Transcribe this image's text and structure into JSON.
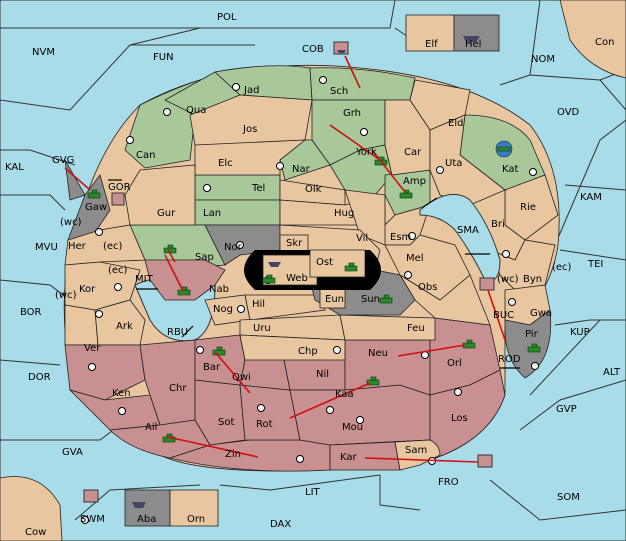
{
  "territories": {
    "POL": "POL",
    "NVM": "NVM",
    "FUN": "FUN",
    "COB": "COB",
    "NOM": "NOM",
    "OVD": "OVD",
    "Con": "Con",
    "Elf": "Elf",
    "Hel": "Hel",
    "KAL": "KAL",
    "GVG": "GVG",
    "GOR": "GOR",
    "Gaw": "Gaw",
    "wc1": "(wc)",
    "MVU": "MVU",
    "Her": "Her",
    "ec1": "(ec)",
    "Kor": "Kor",
    "wc2": "(wc)",
    "ec2": "(ec)",
    "MIT": "MIT",
    "BOR": "BOR",
    "Ark": "Ark",
    "Ver": "Ver",
    "RBU": "RBU",
    "DOR": "DOR",
    "Ken": "Ken",
    "Chr": "Chr",
    "Ail": "Ail",
    "GVA": "GVA",
    "Zin": "Zin",
    "Sot": "Sot",
    "Rot": "Rot",
    "Kar": "Kar",
    "Sam": "Sam",
    "LIT": "LIT",
    "FRO": "FRO",
    "SOM": "SOM",
    "DAX": "DAX",
    "SWM": "SWM",
    "Aba": "Aba",
    "Orn": "Orn",
    "Cow": "Cow",
    "Jad": "Jad",
    "Sch": "Sch",
    "Qua": "Qua",
    "Jos": "Jos",
    "Grh": "Grh",
    "Eld": "Eld",
    "Can": "Can",
    "Elc": "Elc",
    "Nar": "Nar",
    "York": "York",
    "Car": "Car",
    "Uta": "Uta",
    "Kat": "Kat",
    "KAM": "KAM",
    "Tel": "Tel",
    "Olk": "Olk",
    "Amp": "Amp",
    "Gur": "Gur",
    "Lan": "Lan",
    "Hug": "Hug",
    "Bri": "Bri",
    "Rie": "Rie",
    "SMA": "SMA",
    "Nor": "Nor",
    "Skr": "Skr",
    "Vil": "Vil",
    "Esm": "Esm",
    "Sap": "Sap",
    "Ost": "Ost",
    "Web": "Web",
    "Mel": "Mel",
    "Byn": "Byn",
    "ec3": "(ec)",
    "TEI": "TEI",
    "Nab": "Nab",
    "Eun": "Eun",
    "Sun": "Sun",
    "Obs": "Obs",
    "wc3": "(wc)",
    "BUC": "BUC",
    "Gwa": "Gwa",
    "Pir": "Pir",
    "KUP": "KUP",
    "Hil": "Hil",
    "Nog": "Nog",
    "Uru": "Uru",
    "Feu": "Feu",
    "Chp": "Chp",
    "Neu": "Neu",
    "Orl": "Orl",
    "ROD": "ROD",
    "ALT": "ALT",
    "Bar": "Bar",
    "Qwi": "Qwi",
    "Nil": "Nil",
    "Kaa": "Kaa",
    "GVP": "GVP",
    "Mou": "Mou",
    "Los": "Los"
  },
  "colors": {
    "sea": "#a8dce8",
    "neutral": "#e8c7a0",
    "green": "#a8c89a",
    "red": "#c89090",
    "gray": "#8c8c8c",
    "arrow": "#d01010"
  },
  "icons": {
    "unit": "tank-icon",
    "fleet": "ship-icon",
    "supply": "supply-center-icon",
    "move": "move-arrow"
  }
}
